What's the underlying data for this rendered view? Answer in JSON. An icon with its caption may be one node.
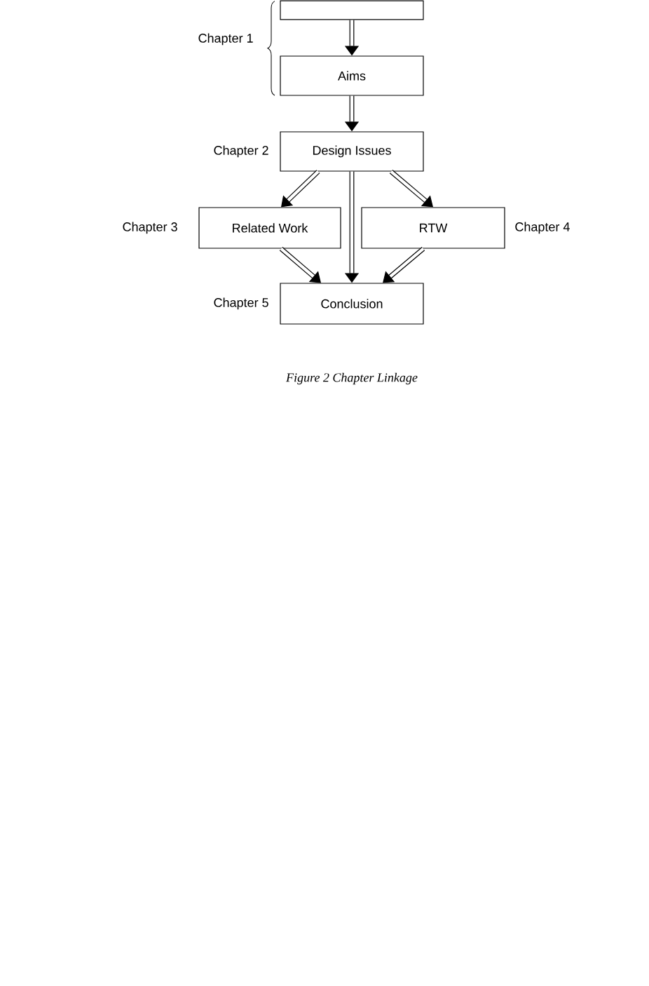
{
  "diagram": {
    "caption": "Figure 2 Chapter Linkage",
    "nodes": [
      {
        "text": [],
        "shape": "box"
      },
      {
        "text": [
          "Aims"
        ]
      },
      {
        "text": [
          "Design Issues"
        ],
        "beside": [
          "Chapter 2"
        ]
      },
      {
        "text": [
          "Related Work"
        ],
        "beside": [
          "Chapter 3"
        ]
      },
      {
        "text": [
          "RTW"
        ],
        "beside": [
          "Chapter 4"
        ]
      },
      {
        "text": [
          "Conclusion"
        ],
        "beside": [
          "Chapter 5"
        ]
      }
    ],
    "edges": [
      {
        "from": 0,
        "to": 1,
        "arrow": "to"
      },
      {
        "from": 1,
        "to": 2,
        "arrow": "to"
      },
      {
        "from": 2,
        "to": 3,
        "arrow": "to"
      },
      {
        "from": 2,
        "to": 5,
        "arrow": "to"
      },
      {
        "from": 2,
        "to": 4,
        "arrow": "to"
      },
      {
        "from": 3,
        "to": 5,
        "arrow": "to"
      },
      {
        "from": 4,
        "to": 5,
        "arrow": "to"
      }
    ],
    "labels": [
      "Chapter 1"
    ]
  }
}
